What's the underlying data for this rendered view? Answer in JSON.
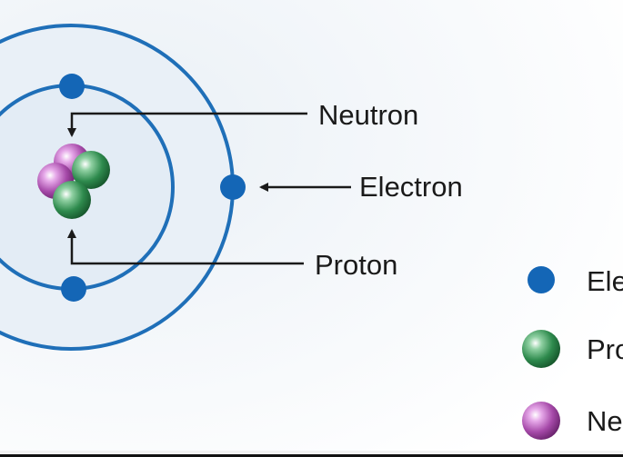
{
  "diagram": {
    "labels": {
      "neutron": "Neutron",
      "electron": "Electron",
      "proton": "Proton"
    }
  },
  "legend": {
    "items": [
      {
        "label": "Ele",
        "kind": "electron"
      },
      {
        "label": "Pro",
        "kind": "proton"
      },
      {
        "label": "Ne",
        "kind": "neutron"
      }
    ]
  },
  "colors": {
    "orbit": "#1f6fb8",
    "electron": "#1466b6",
    "proton": "#1f6b38",
    "neutron": "#8b2f8f",
    "text": "#1a1a1a",
    "arrow": "#1a1a1a"
  }
}
